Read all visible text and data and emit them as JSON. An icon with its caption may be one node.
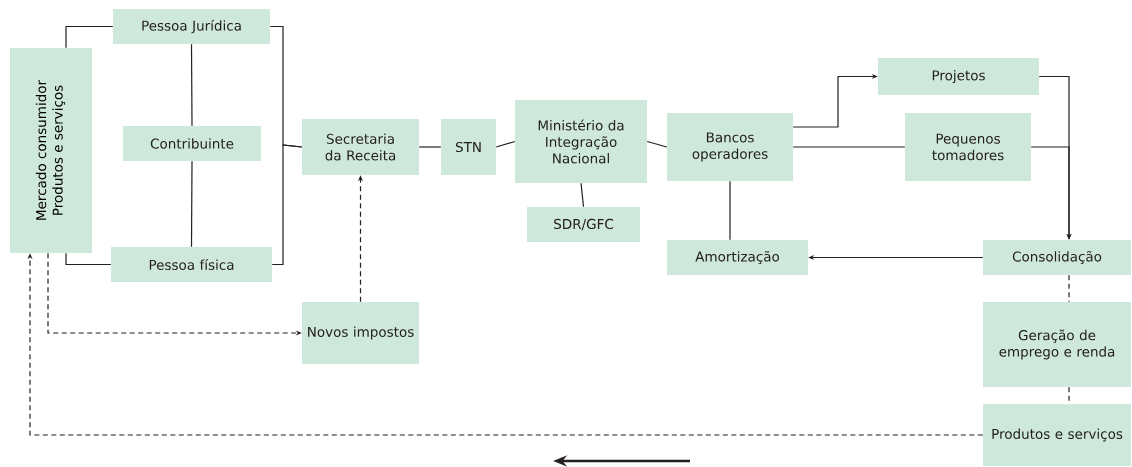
{
  "diagram": {
    "nodes": [
      {
        "text": [
          "Mercado consumidor",
          "Produtos e serviços"
        ]
      },
      {
        "text": [
          "Pessoa Jurídica"
        ]
      },
      {
        "text": [
          "Contribuinte"
        ]
      },
      {
        "text": [
          "Pessoa física"
        ]
      },
      {
        "text": [
          "Secretaria da Receita"
        ]
      },
      {
        "text": [
          "STN"
        ]
      },
      {
        "text": [
          "Ministério da Integração Nacional"
        ]
      },
      {
        "text": [
          "SDR/GFC"
        ]
      },
      {
        "text": [
          "Bancos operadores"
        ]
      },
      {
        "text": [
          "Projetos"
        ]
      },
      {
        "text": [
          "Pequenos tomadores"
        ]
      },
      {
        "text": [
          "Amortização"
        ]
      },
      {
        "text": [
          "Consolidação"
        ]
      },
      {
        "text": [
          "Novos impostos"
        ]
      },
      {
        "text": [
          "Geração de emprego e renda"
        ]
      },
      {
        "text": [
          "Produtos e serviços"
        ]
      }
    ],
    "edges": [
      {
        "from": 0,
        "to": 1,
        "arrow": "none"
      },
      {
        "from": 0,
        "to": 3,
        "arrow": "none"
      },
      {
        "from": 1,
        "to": 2,
        "arrow": "none"
      },
      {
        "from": 2,
        "to": 3,
        "arrow": "none"
      },
      {
        "from": 1,
        "to": 4,
        "arrow": "none"
      },
      {
        "from": 3,
        "to": 4,
        "arrow": "none"
      },
      {
        "from": 4,
        "to": 5,
        "arrow": "none"
      },
      {
        "from": 5,
        "to": 6,
        "arrow": "none"
      },
      {
        "from": 6,
        "to": 7,
        "arrow": "none"
      },
      {
        "from": 6,
        "to": 8,
        "arrow": "none"
      },
      {
        "from": 8,
        "to": 9,
        "arrow": "to"
      },
      {
        "from": 8,
        "to": 10,
        "arrow": "none"
      },
      {
        "from": 9,
        "to": 12,
        "arrow": "to"
      },
      {
        "from": 10,
        "to": 12,
        "arrow": "to"
      },
      {
        "from": 8,
        "to": 11,
        "arrow": "none"
      },
      {
        "from": 12,
        "to": 11,
        "arrow": "to"
      },
      {
        "from": 12,
        "to": 14,
        "arrow": "none",
        "style": "dashed"
      },
      {
        "from": 14,
        "to": 15,
        "arrow": "none",
        "style": "dashed"
      },
      {
        "from": 13,
        "to": 4,
        "arrow": "to",
        "style": "dashed"
      },
      {
        "from": 0,
        "to": 13,
        "arrow": "to",
        "style": "dashed"
      },
      {
        "from": 15,
        "to": 0,
        "arrow": "to",
        "style": "dashed"
      }
    ]
  }
}
